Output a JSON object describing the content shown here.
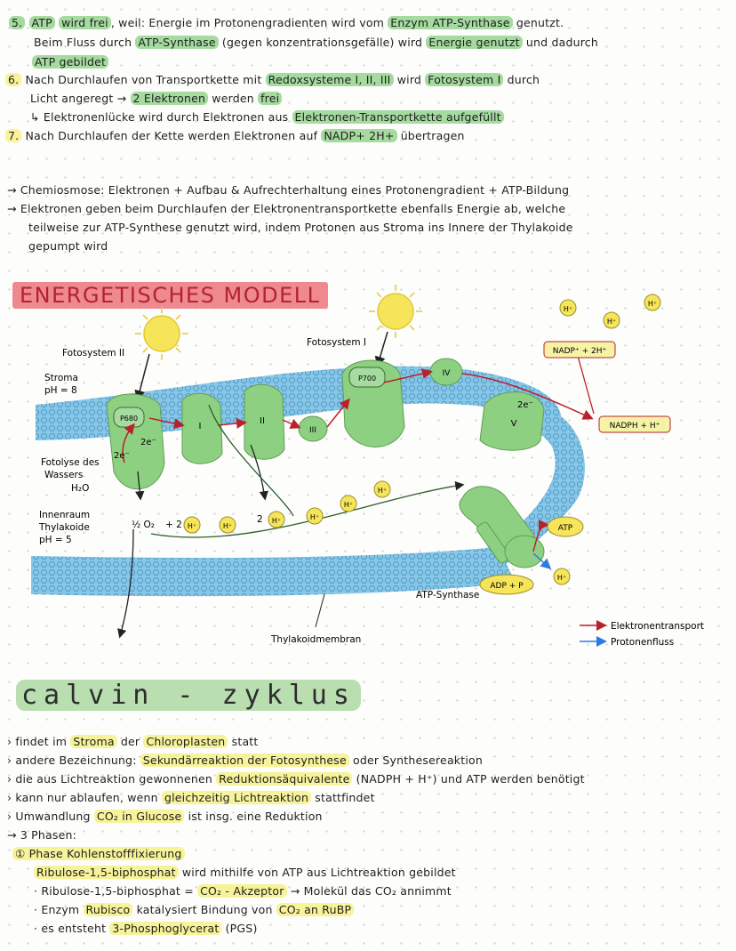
{
  "top_notes": {
    "l5a_num": "5.",
    "l5a_atp": "ATP",
    "l5a_frei": "wird frei",
    "l5a_t1": ", weil: Energie im Protonengradienten wird vom",
    "l5a_enzym": "Enzym ATP-Synthase",
    "l5a_t2": "genutzt.",
    "l5b_t1": "Beim Fluss durch",
    "l5b_atps": "ATP-Synthase",
    "l5b_t2": "(gegen konzentrationsgefälle) wird",
    "l5b_energie": "Energie genutzt",
    "l5b_t3": "und dadurch",
    "l5c": "ATP gebildet",
    "l6a_num": "6.",
    "l6a_t1": "Nach Durchlaufen von Transportkette mit",
    "l6a_redox": "Redoxsysteme I, II, III",
    "l6a_t2": "wird",
    "l6a_foto": "Fotosystem I",
    "l6a_t3": "durch",
    "l6b_t1": "Licht angeregt → ",
    "l6b_el": "2 Elektronen",
    "l6b_t2": "werden",
    "l6b_frei": "frei",
    "l6c_t1": "↳ Elektronenlücke wird durch Elektronen aus",
    "l6c_kette": "Elektronen-Transportkette aufgefüllt",
    "l7_num": "7.",
    "l7_t1": "Nach Durchlaufen der Kette werden Elektronen auf",
    "l7_nadp": "NADP+ 2H+",
    "l7_t2": "übertragen"
  },
  "chemiosmose": {
    "l1": "→ Chemiosmose: Elektronen + Aufbau & Aufrechterhaltung eines Protonengradient + ATP-Bildung",
    "l2": "→ Elektronen geben beim Durchlaufen der Elektronentransportkette ebenfalls Energie ab, welche",
    "l3": "teilweise zur ATP-Synthese genutzt wird, indem Protonen aus Stroma ins Innere der Thylakoide",
    "l4": "gepumpt wird"
  },
  "diagram": {
    "title": "ENERGETISCHES MODELL",
    "fotosystem2": "Fotosystem II",
    "fotosystem1": "Fotosystem I",
    "stroma": "Stroma",
    "stroma_ph": "pH = 8",
    "p680": "P680",
    "p700": "P700",
    "fotolyse1": "Fotolyse des",
    "fotolyse2": "Wassers",
    "h2o": "H₂O",
    "innenraum1": "Innenraum",
    "innenraum2": "Thylakoide",
    "innenraum_ph": "pH = 5",
    "two_e": "2e⁻",
    "o2": "½ O₂",
    "plus2": "+ 2",
    "two": "2",
    "hplus": "H⁺",
    "complex1": "I",
    "complex2": "II",
    "complex3": "III",
    "complex4": "IV",
    "complex5": "V",
    "nadp": "NADP⁺ + 2H⁺",
    "nadph": "NADPH + H⁺",
    "atp": "ATP",
    "adp": "ADP + P",
    "atp_synthase": "ATP-Synthase",
    "thylakoidmembran": "Thylakoidmembran",
    "legend_red": "Elektronentransport",
    "legend_blue": "Protonenfluss",
    "colors": {
      "membrane": "#88c6e6",
      "protein": "#8ed081",
      "sun": "#f6e55a",
      "electron": "#b8222a",
      "proton": "#2c7be0"
    }
  },
  "calvin": {
    "title": "calvin - zyklus",
    "b1_t1": "› findet im",
    "b1_stroma": "Stroma",
    "b1_t2": "der",
    "b1_chloro": "Chloroplasten",
    "b1_t3": "statt",
    "b2_t1": "› andere Bezeichnung:",
    "b2_sek": "Sekundärreaktion der Fotosynthese",
    "b2_t2": "oder Synthesereaktion",
    "b3_t1": "› die aus Lichtreaktion gewonnenen",
    "b3_red": "Reduktionsäquivalente",
    "b3_t2": "(NADPH + H⁺) und ATP werden benötigt",
    "b4_t1": "› kann nur ablaufen, wenn",
    "b4_gl": "gleichzeitig Lichtreaktion",
    "b4_t2": "stattfindet",
    "b5_t1": "› Umwandlung",
    "b5_co2": "CO₂ in Glucose",
    "b5_t2": "ist insg. eine Reduktion",
    "b6": "→ 3 Phasen:",
    "p1_title": "① Phase Kohlenstofffixierung",
    "p1_l1a": "Ribulose-1,5-biphosphat",
    "p1_l1b": "wird mithilfe von ATP aus Lichtreaktion gebildet",
    "p1_l2a": "· Ribulose-1,5-biphosphat =",
    "p1_l2b": "CO₂ - Akzeptor",
    "p1_l2c": "→ Molekül das CO₂ annimmt",
    "p1_l3a": "· Enzym",
    "p1_l3b": "Rubisco",
    "p1_l3c": "katalysiert Bindung von",
    "p1_l3d": "CO₂ an RuBP",
    "p1_l4a": "· es entsteht",
    "p1_l4b": "3-Phosphoglycerat",
    "p1_l4c": "(PGS)"
  }
}
